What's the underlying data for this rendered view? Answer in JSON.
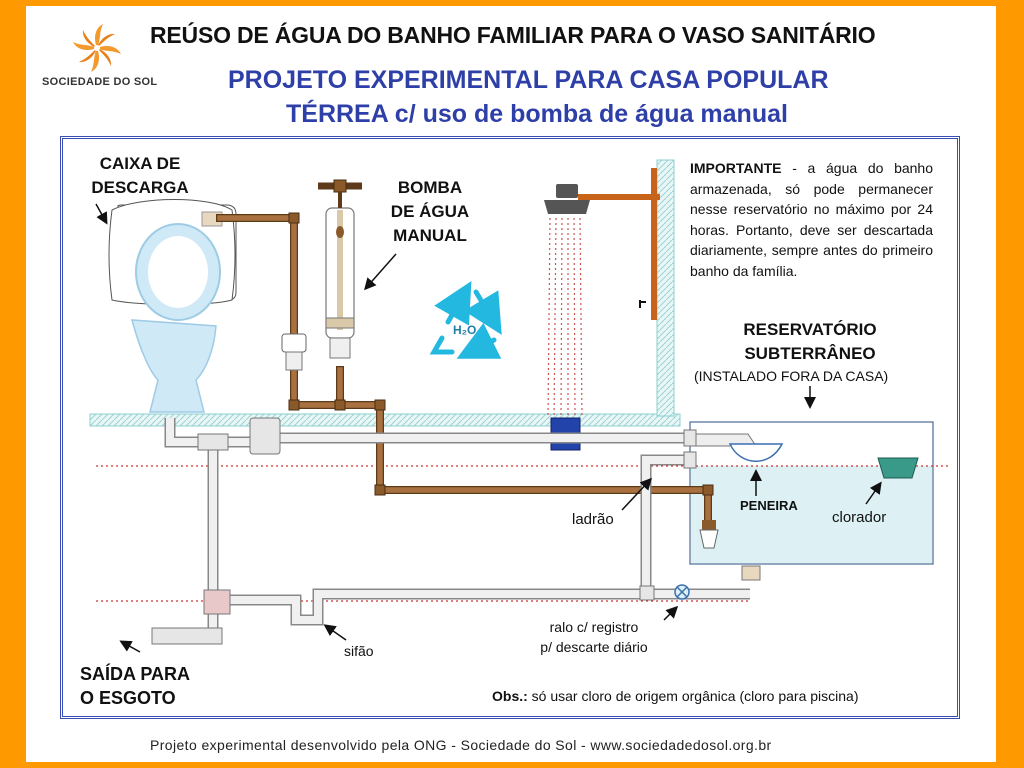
{
  "header": {
    "title": "REÚSO DE ÁGUA DO BANHO FAMILIAR PARA O VASO SANITÁRIO",
    "subtitle_line1": "PROJETO EXPERIMENTAL PARA CASA POPULAR",
    "subtitle_line2": "TÉRREA c/ uso de bomba de água manual",
    "logo_text": "SOCIEDADE DO SOL"
  },
  "labels": {
    "caixa": "CAIXA DE\nDESCARGA",
    "bomba": "BOMBA\nDE ÁGUA\nMANUAL",
    "reservatorio": "RESERVATÓRIO\nSUBTERRÂNEO",
    "instalado": "(INSTALADO FORA DA CASA)",
    "saida": "SAÍDA PARA\nO ESGOTO",
    "ladrao": "ladrão",
    "peneira": "PENEIRA",
    "clorador": "clorador",
    "sifao": "sifão",
    "ralo": "ralo c/ registro\np/ descarte diário",
    "h2o": "H₂O"
  },
  "note": {
    "bold": "IMPORTANTE",
    "text": " - a água do banho armazenada, só pode permanecer nesse reservatório no máximo por 24 horas. Portanto, deve ser descartada diariamente, sempre antes do primeiro banho da família."
  },
  "obs": {
    "bold": "Obs.:",
    "text": " só usar cloro de origem orgânica (cloro para piscina)"
  },
  "footer": "Projeto experimental desenvolvido pela ONG - Sociedade do Sol  -  www.sociedadedosol.org.br",
  "colors": {
    "frame": "#FF9900",
    "title_blue": "#2E3FA8",
    "border_blue": "#3A4DB5",
    "copper_pipe": "#8B5A2B",
    "pvc_pipe": "#E6E6E6",
    "water": "#DDF1F4",
    "toilet": "#CFE9F7",
    "recycle": "#22B8E0",
    "level_line": "#D03030"
  }
}
